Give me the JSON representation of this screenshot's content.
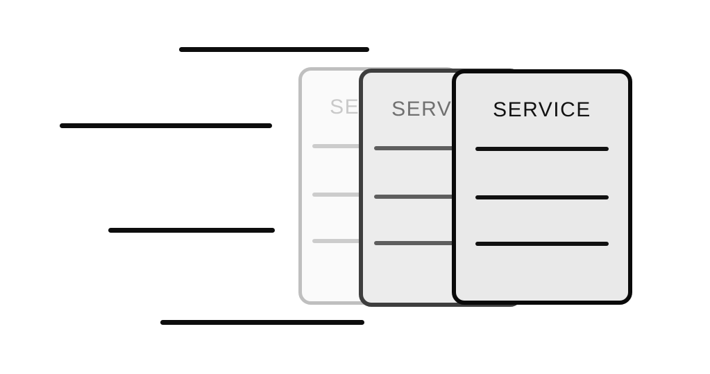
{
  "illustration": {
    "name": "fast-service-cards",
    "speed_line_color": "#0d0d0d",
    "cards": {
      "back": {
        "title": "SERVICE",
        "border_color": "#bfbfbf",
        "fill_color": "#fafafa",
        "title_color": "#c9c9c9",
        "line_color": "#cccccc"
      },
      "middle": {
        "title": "SERVICE",
        "border_color": "#3e3e3e",
        "fill_color": "#ececec",
        "title_color": "#707070",
        "line_color": "#5e5e5e"
      },
      "front": {
        "title": "SERVICE",
        "border_color": "#0a0a0a",
        "fill_color": "#e9e9e9",
        "title_color": "#121212",
        "line_color": "#111111"
      }
    }
  }
}
